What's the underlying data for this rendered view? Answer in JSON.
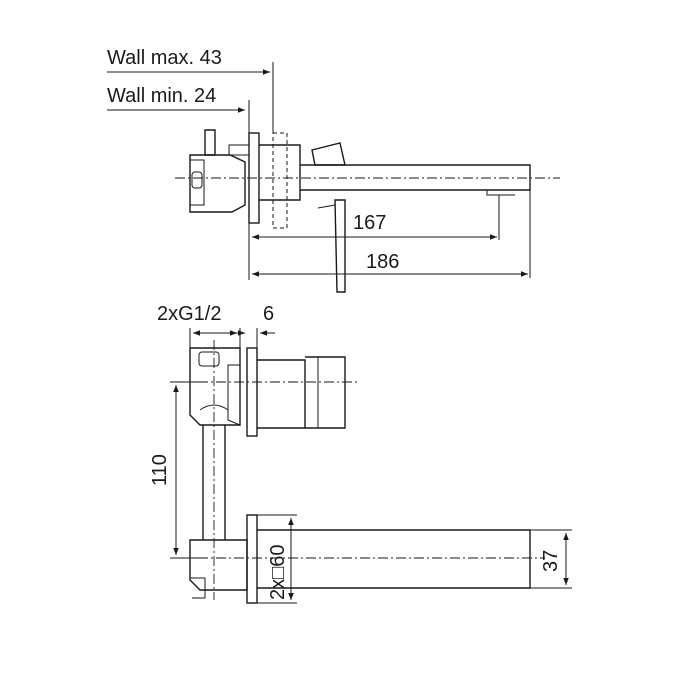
{
  "dimensions": {
    "wall_max": "Wall max. 43",
    "wall_min": "Wall min. 24",
    "length_167": "167",
    "length_186": "186",
    "connection": "2xG1/2",
    "offset_6": "6",
    "height_110": "110",
    "plate": "2x□60",
    "height_37": "37"
  }
}
